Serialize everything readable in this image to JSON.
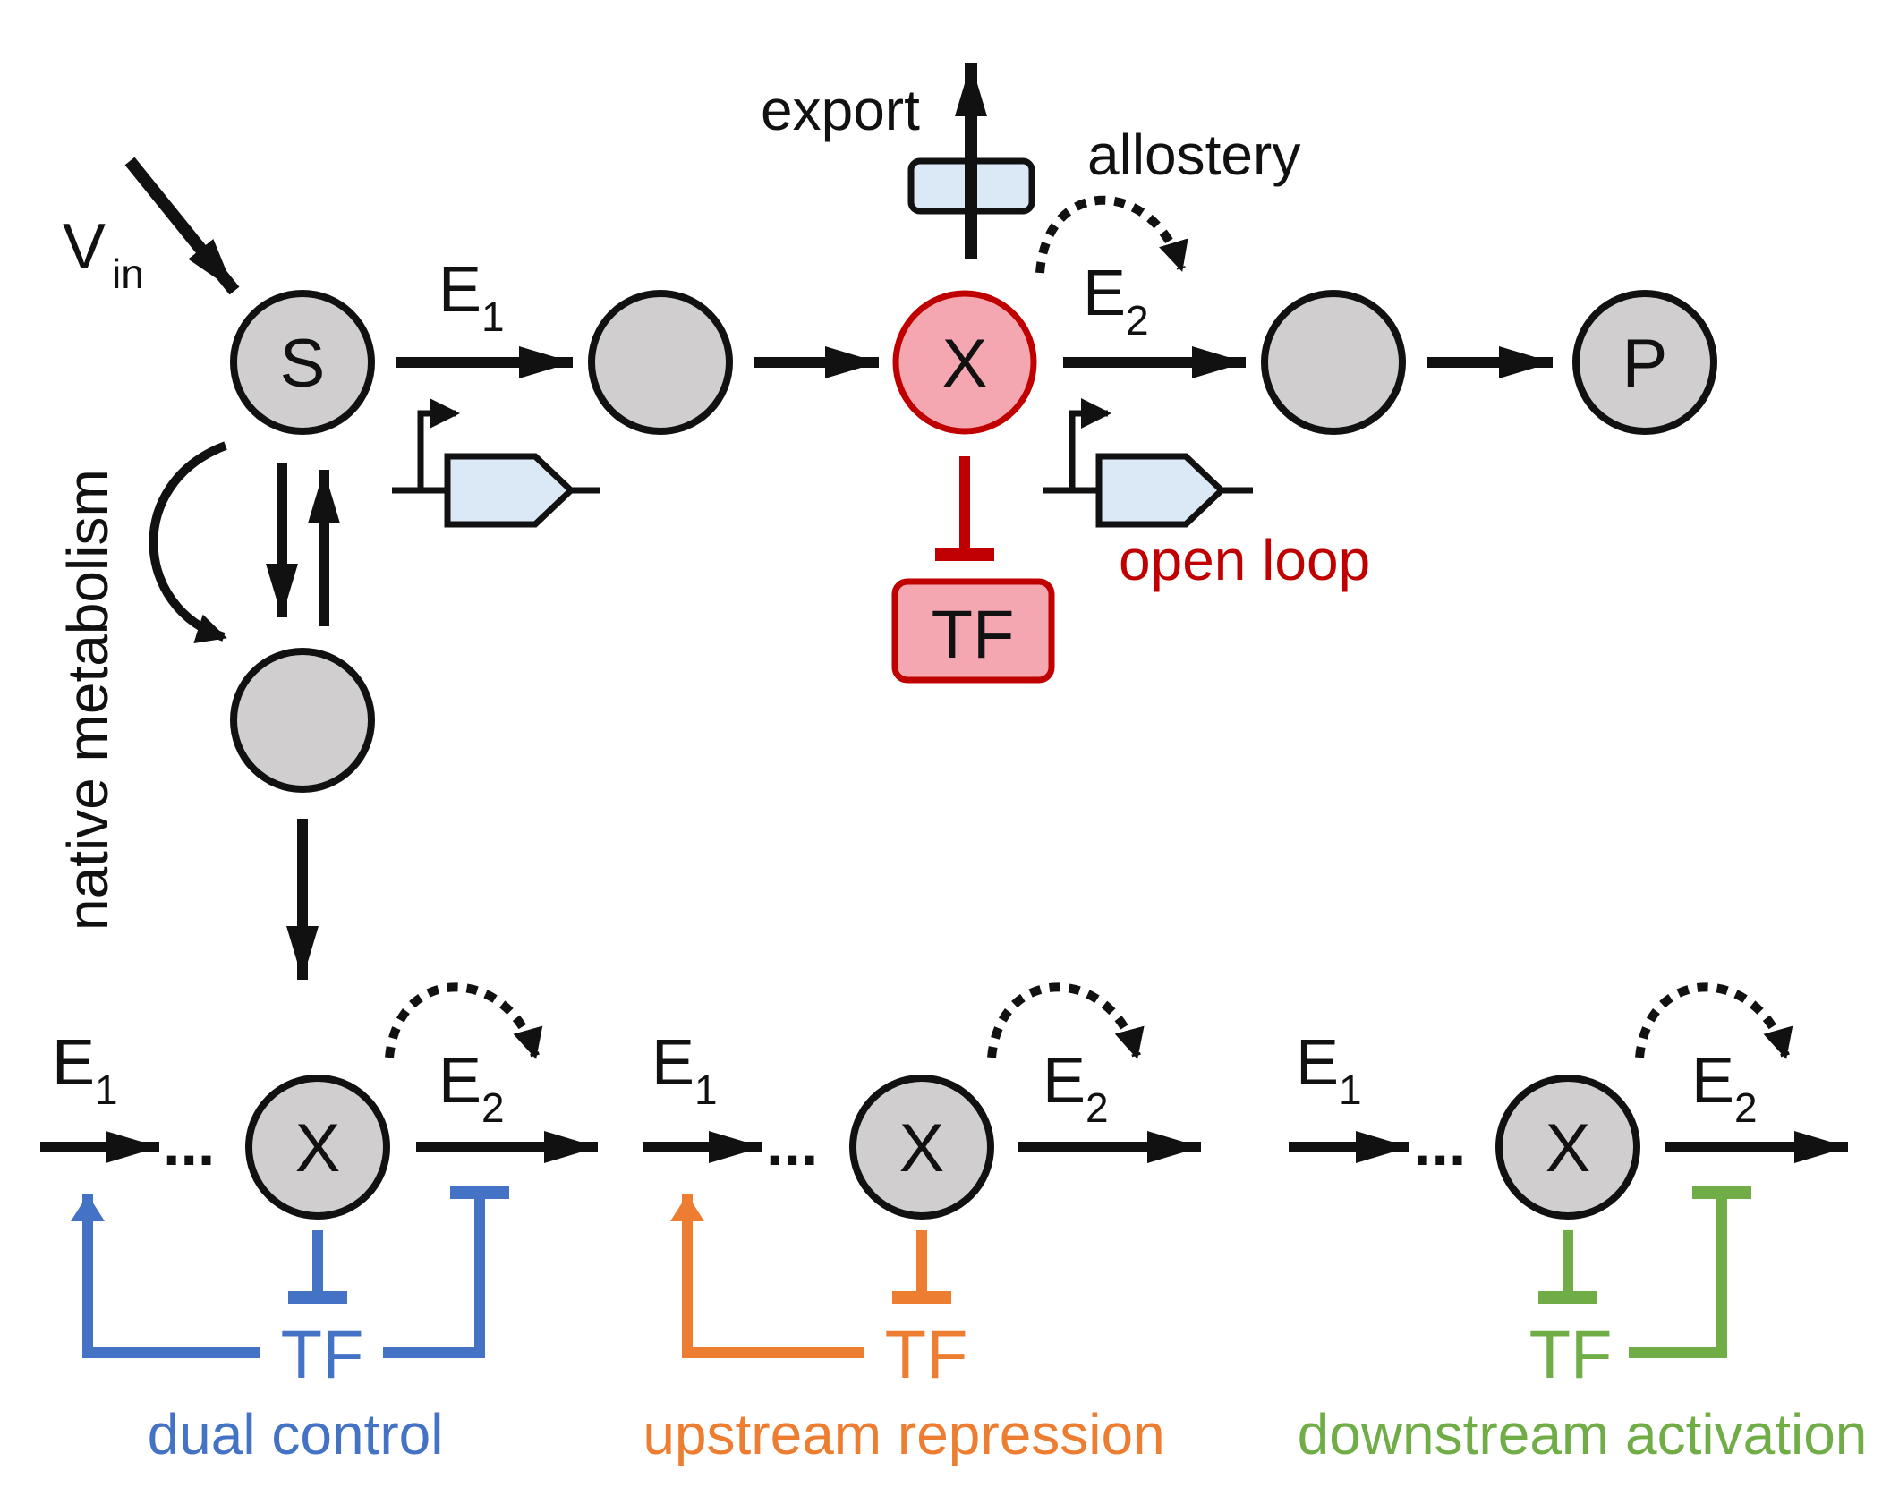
{
  "labels": {
    "vin_main": "V",
    "vin_sub": "in",
    "e_main": "E",
    "e1_sub": "1",
    "e2_sub": "2",
    "export": "export",
    "allostery": "allostery",
    "native_metabolism": "native metabolism",
    "open_loop": "open loop",
    "ellipsis": "..."
  },
  "nodes": {
    "substrate": "S",
    "intermediate": "X",
    "product": "P",
    "tf": "TF"
  },
  "motifs": [
    {
      "caption": "dual control",
      "color": "#4472c4"
    },
    {
      "caption": "upstream repression",
      "color": "#ed7d31"
    },
    {
      "caption": "downstream activation",
      "color": "#70ad47"
    }
  ],
  "colors": {
    "open_loop": "#c00000",
    "x_fill": "#f4a7b0",
    "node_fill": "#d0cece",
    "gene_fill": "#dbe8f5",
    "ink": "#111111"
  },
  "icons": [
    "promoter-arrow-icon",
    "gene-cassette-icon",
    "transporter-icon"
  ]
}
